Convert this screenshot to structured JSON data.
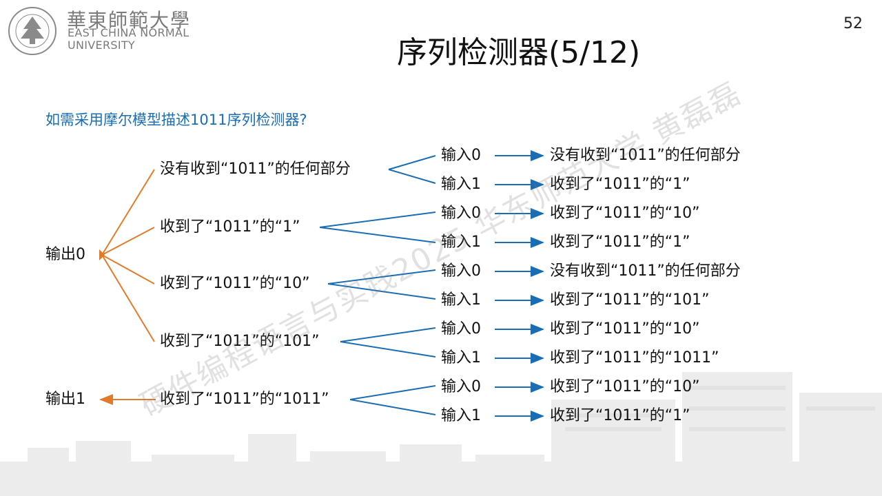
{
  "header": {
    "logo_cn": "華東師範大學",
    "logo_en_line1": "EAST CHINA NORMAL",
    "logo_en_line2": "UNIVERSITY",
    "page_number": "52"
  },
  "title": "序列检测器(5/12)",
  "question": "如需采用摩尔模型描述1011序列检测器?",
  "outputs": {
    "out0": "输出0",
    "out1": "输出1"
  },
  "states": [
    {
      "label": "没有收到“1011”的任何部分",
      "transitions": [
        {
          "input": "输入0",
          "next": "没有收到“1011”的任何部分"
        },
        {
          "input": "输入1",
          "next": "收到了“1011”的“1”"
        }
      ]
    },
    {
      "label": "收到了“1011”的“1”",
      "transitions": [
        {
          "input": "输入0",
          "next": "收到了“1011”的“10”"
        },
        {
          "input": "输入1",
          "next": "收到了“1011”的“1”"
        }
      ]
    },
    {
      "label": "收到了“1011”的“10”",
      "transitions": [
        {
          "input": "输入0",
          "next": "没有收到“1011”的任何部分"
        },
        {
          "input": "输入1",
          "next": "收到了“1011”的“101”"
        }
      ]
    },
    {
      "label": "收到了“1011”的“101”",
      "transitions": [
        {
          "input": "输入0",
          "next": "收到了“1011”的“10”"
        },
        {
          "input": "输入1",
          "next": "收到了“1011”的“1011”"
        }
      ]
    },
    {
      "label": "收到了“1011”的“1011”",
      "transitions": [
        {
          "input": "输入0",
          "next": "收到了“1011”的“10”"
        },
        {
          "input": "输入1",
          "next": "收到了“1011”的“1”"
        }
      ]
    }
  ],
  "watermark": "硬件编程语言与实践2025 华东师范大学 黄磊磊",
  "colors": {
    "orange": "#e07b2a",
    "blue": "#1a6db3",
    "question": "#1a6db3"
  }
}
